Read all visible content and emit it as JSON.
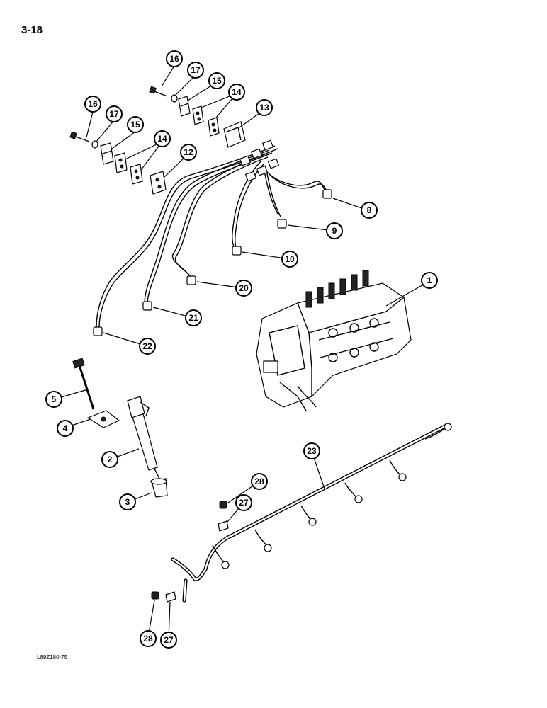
{
  "page_number": "3-18",
  "figure_code": "L89Z180-75",
  "callouts": {
    "c16a": "16",
    "c17a": "17",
    "c15a": "15",
    "c14a": "14",
    "c13": "13",
    "c16b": "16",
    "c17b": "17",
    "c15b": "15",
    "c14b": "14",
    "c12": "12",
    "c8": "8",
    "c9": "9",
    "c10": "10",
    "c20": "20",
    "c21": "21",
    "c22": "22",
    "c1": "1",
    "c5": "5",
    "c4": "4",
    "c2": "2",
    "c3": "3",
    "c23": "23",
    "c28a": "28",
    "c27a": "27",
    "c28b": "28",
    "c27b": "27"
  }
}
